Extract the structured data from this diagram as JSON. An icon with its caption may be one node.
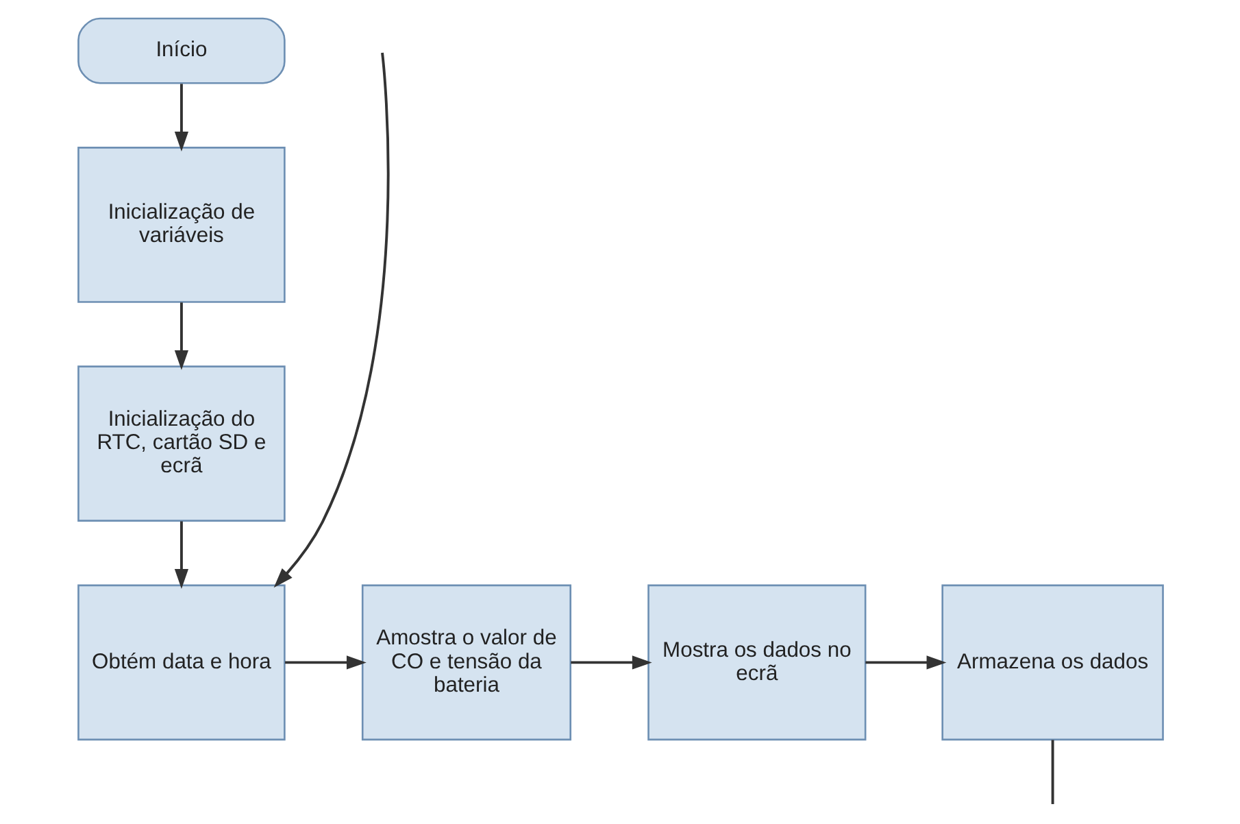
{
  "diagram": {
    "nodes": [
      {
        "text": [
          "Início"
        ]
      },
      {
        "text": [
          "Inicialização de variáveis"
        ]
      },
      {
        "text": [
          "Inicialização do RTC, cartão SD e ecrã"
        ]
      },
      {
        "text": [
          "Obtém data e hora"
        ]
      },
      {
        "text": [
          "Amostra o valor de CO e tensão da bateria"
        ]
      },
      {
        "text": [
          "Mostra os dados no ecrã"
        ]
      },
      {
        "text": [
          "Armazena os dados"
        ]
      }
    ],
    "edges": [
      {
        "from": 0,
        "to": 1,
        "arrow": "to"
      },
      {
        "from": 1,
        "to": 2,
        "arrow": "to"
      },
      {
        "from": 2,
        "to": 3,
        "arrow": "to"
      },
      {
        "from": 3,
        "to": 4,
        "arrow": "to"
      },
      {
        "from": 4,
        "to": 5,
        "arrow": "to"
      },
      {
        "from": 5,
        "to": 6,
        "arrow": "to"
      },
      {
        "from": 6,
        "to": null,
        "arrow": "none"
      },
      {
        "from": null,
        "to": 3,
        "arrow": "to"
      }
    ]
  }
}
